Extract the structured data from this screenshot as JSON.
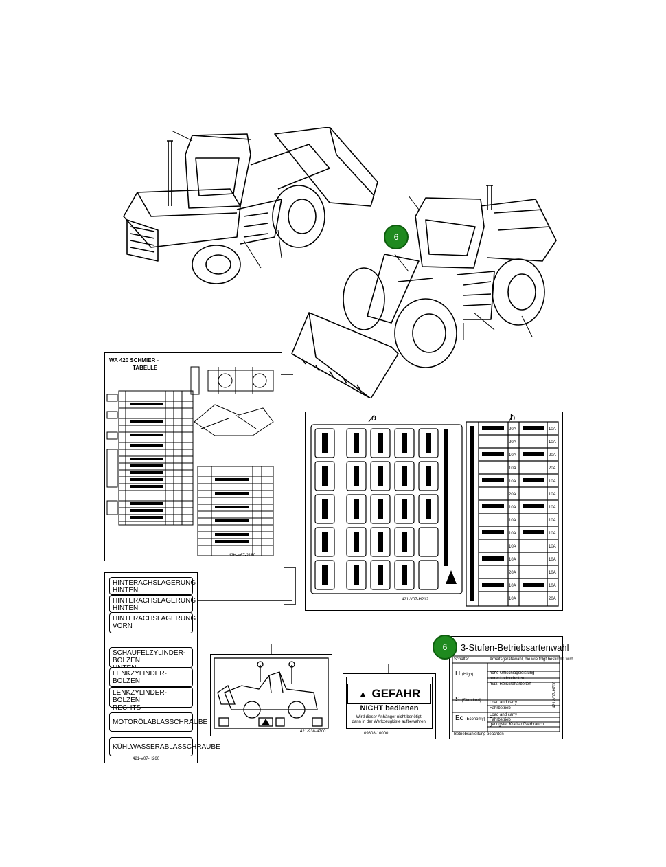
{
  "badges": [
    {
      "text": "6"
    },
    {
      "text": "6"
    }
  ],
  "lube_chart": {
    "title": "WA 420  SCHMIER -",
    "subtitle": "TABELLE",
    "footer": "42H-V67-2180"
  },
  "fuse_panel": {
    "label_a": "a",
    "label_b": "b",
    "footer": "421-V07-H212",
    "amps": [
      "20A",
      "20A",
      "10A",
      "10A",
      "10A",
      "20A",
      "10A",
      "10A",
      "10A",
      "10A",
      "10A",
      "20A",
      "10A",
      "10A"
    ],
    "amps_right": [
      "10A",
      "10A",
      "20A",
      "20A",
      "10A",
      "10A",
      "10A",
      "10A",
      "10A",
      "10A",
      "10A",
      "10A",
      "10A",
      "20A"
    ]
  },
  "lube_labels": {
    "items": [
      "HINTERACHSLAGERUNG\nHINTEN",
      "HINTERACHSLAGERUNG\nHINTEN",
      "HINTERACHSLAGERUNG\nVORN",
      "SCHAUFELZYLINDER-BOLZEN\nUNTEN",
      "LENKZYLINDER-BOLZEN\nLINKS",
      "LENKZYLINDER-BOLZEN\nRECHTS",
      "MOTORÖLABLASSCHRAUBE",
      "KÜHLWASSERABLASSCHRAUBE"
    ],
    "footer": "421-V07-H260"
  },
  "lift_decal": {
    "footer": "421-938-4700"
  },
  "gefahr": {
    "heading": "GEFAHR",
    "line1": "NICHT bedienen",
    "line2": "Wird dieser Anhänger nicht benötigt,",
    "line3": "dann in der Werkzeugkiste aufbewahren.",
    "footer": "09808-10000"
  },
  "mode_select": {
    "title": "3-Stufen-Betriebsartenwahl",
    "row_header": "Schalter",
    "row_header_desc": "Arbeitsgerätewahl, die wie folgt bestimmt wird",
    "h_label": "H",
    "h_sub": "(High)",
    "h_lines": [
      "hohe Umschlagsleistung",
      "harte Ladearbeiten",
      "max. Reißkraftarbeiten"
    ],
    "s_label": "S",
    "s_sub": "(Standard)",
    "s_lines": [
      "Load and carry",
      "Fahrbetrieb"
    ],
    "ec_label": "Ec",
    "ec_sub": "(Economy)",
    "ec_lines": [
      "Load and carry",
      "Fahrbetrieb",
      "geringster Kraftstoffverbrauch"
    ],
    "footer": "Betriebsanleitung beachten",
    "side_code": "421-V07-H700"
  }
}
